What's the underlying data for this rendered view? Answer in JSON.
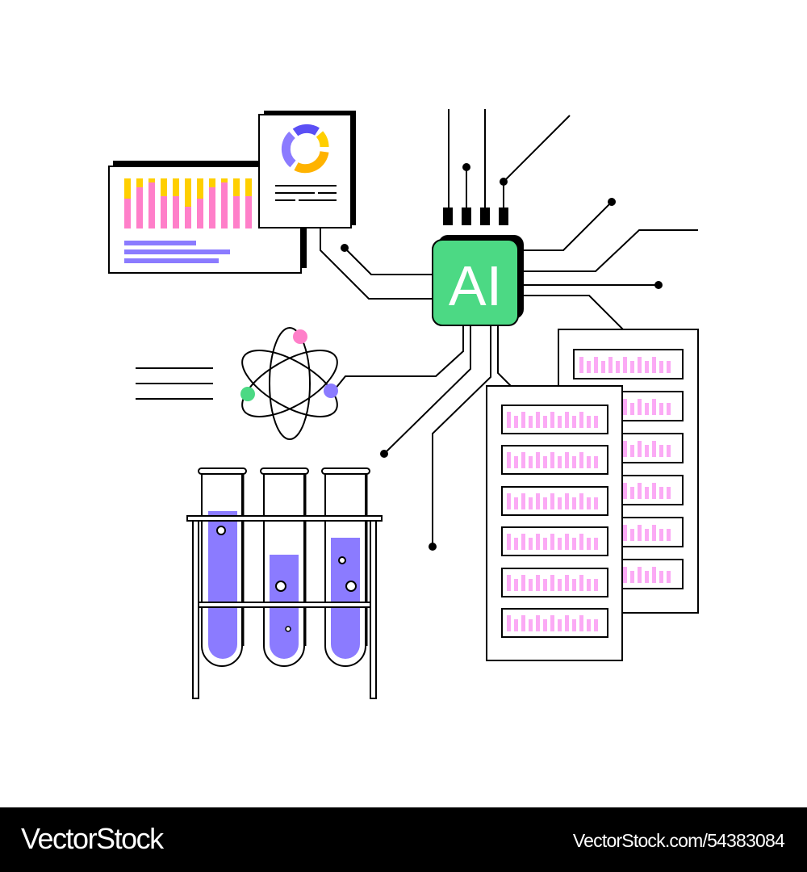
{
  "illustration": {
    "chip_label": "AI",
    "colors": {
      "chip_green": "#4cd984",
      "pink": "#ff7fc9",
      "yellow": "#ffcf00",
      "orange": "#ffb300",
      "purple": "#8b7bff",
      "indigo": "#5b4ff5",
      "light_pink": "#fbaaf5",
      "stroke": "#000000"
    },
    "report_bars": {
      "pink_pct": [
        60,
        82,
        92,
        65,
        65,
        45,
        60,
        82,
        92,
        65,
        65
      ],
      "count": 11
    },
    "donut_segments": [
      "indigo",
      "yellow",
      "orange",
      "purple"
    ],
    "test_tubes": [
      {
        "fill_level_pct": 85,
        "bubbles": 1
      },
      {
        "fill_level_pct": 58,
        "bubbles": 2
      },
      {
        "fill_level_pct": 68,
        "bubbles": 2
      }
    ],
    "server_racks": {
      "front_slots": 6,
      "back_slots": 6
    }
  },
  "footer": {
    "brand": "VectorStock",
    "url": "VectorStock.com/54383084"
  }
}
